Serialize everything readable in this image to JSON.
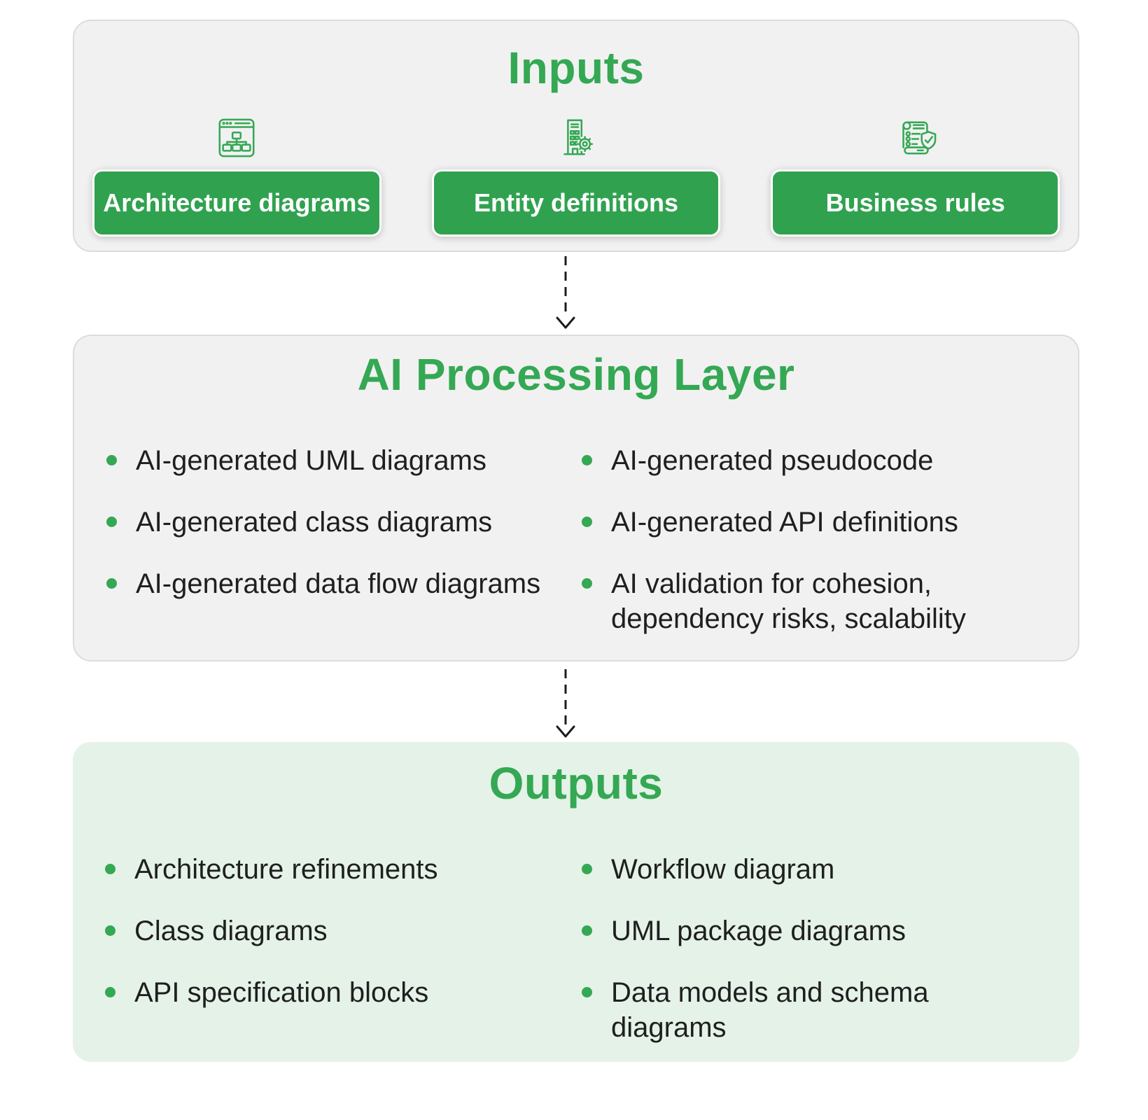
{
  "colors": {
    "accent_green": "#34a853",
    "button_green": "#30a24f",
    "box_gray": "#f1f1f2",
    "box_light_green": "#e5f2e8",
    "text_dark": "#1f1f1f",
    "arrow_dark": "#1c1c1c"
  },
  "flow": {
    "connector_icon": "dashed-down-arrow-icon"
  },
  "sections": {
    "inputs": {
      "title": "Inputs",
      "items": [
        {
          "label": "Architecture diagrams",
          "icon": "browser-sitemap-icon"
        },
        {
          "label": "Entity definitions",
          "icon": "building-gear-icon"
        },
        {
          "label": "Business rules",
          "icon": "scroll-shield-check-icon"
        }
      ]
    },
    "processing": {
      "title": "AI Processing Layer",
      "left_items": [
        "AI-generated UML diagrams",
        "AI-generated class diagrams",
        "AI-generated data flow diagrams"
      ],
      "right_items": [
        "AI-generated pseudocode",
        "AI-generated API definitions",
        "AI validation for cohesion, dependency risks, scalability"
      ]
    },
    "outputs": {
      "title": "Outputs",
      "left_items": [
        "Architecture refinements",
        "Class diagrams",
        "API specification blocks"
      ],
      "right_items": [
        "Workflow diagram",
        "UML package diagrams",
        "Data models and schema diagrams"
      ]
    }
  }
}
